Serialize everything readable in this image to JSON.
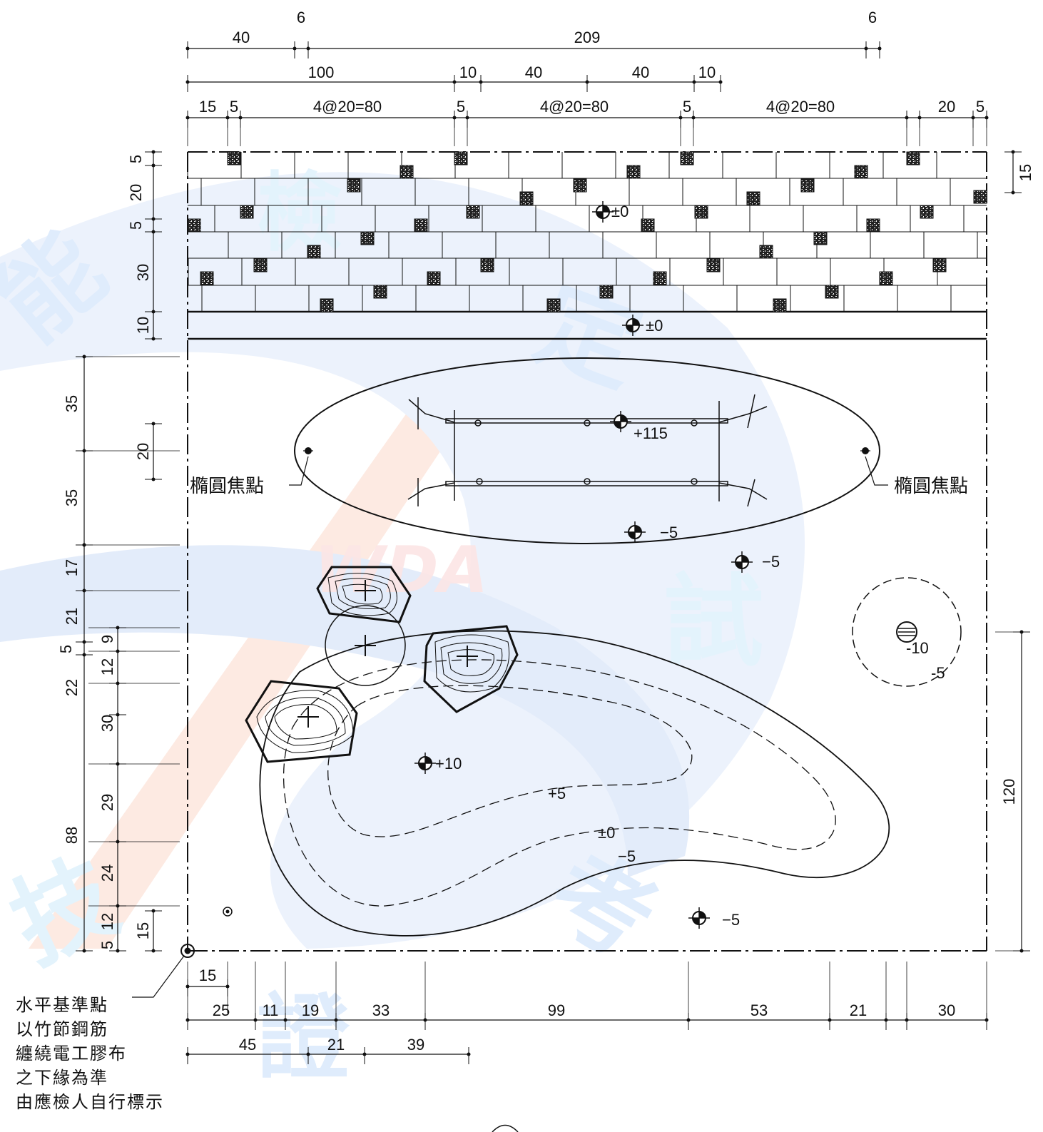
{
  "watermark": {
    "text": "WDA",
    "chars": [
      "能",
      "檢",
      "定",
      "試",
      "技",
      "證",
      "考"
    ]
  },
  "labels": {
    "focus_left": "橢圓焦點",
    "focus_right": "橢圓焦點",
    "datum_note": [
      "水平基準點",
      "以竹節鋼筋",
      "纏繞電工膠布",
      "之下緣為準",
      "由應檢人自行標示"
    ]
  },
  "elevations": {
    "paving": "±0",
    "path": "±0",
    "bench": "+115",
    "ellipse_bottom": "−5",
    "lawn_right": "−5",
    "mound": "+10",
    "contour_plus5": "+5",
    "contour_zero": "±0",
    "contour_minus5": "−5",
    "lower_right": "−5",
    "drain_inner": "-10",
    "drain_outer": "-5"
  },
  "dims_top": {
    "r1": [
      "40",
      "6",
      "209",
      "6"
    ],
    "r2": [
      "100",
      "10",
      "40",
      "40",
      "10"
    ],
    "r3": [
      "15",
      "5",
      "4@20=80",
      "5",
      "4@20=80",
      "5",
      "4@20=80",
      "20",
      "5"
    ]
  },
  "dims_left": {
    "paving": [
      "5",
      "20",
      "5",
      "30",
      "10"
    ],
    "ellipse": [
      "35",
      "20",
      "35"
    ],
    "lower": [
      "17",
      "21",
      "5",
      "9",
      "12",
      "22",
      "30",
      "29",
      "24",
      "12",
      "5",
      "15",
      "88"
    ]
  },
  "dims_right": [
    "15",
    "120"
  ],
  "dims_bottom": {
    "r0": [
      "15"
    ],
    "r1": [
      "25",
      "11",
      "19",
      "33",
      "99",
      "53",
      "21",
      "30"
    ],
    "r2": [
      "45",
      "21",
      "39"
    ]
  }
}
